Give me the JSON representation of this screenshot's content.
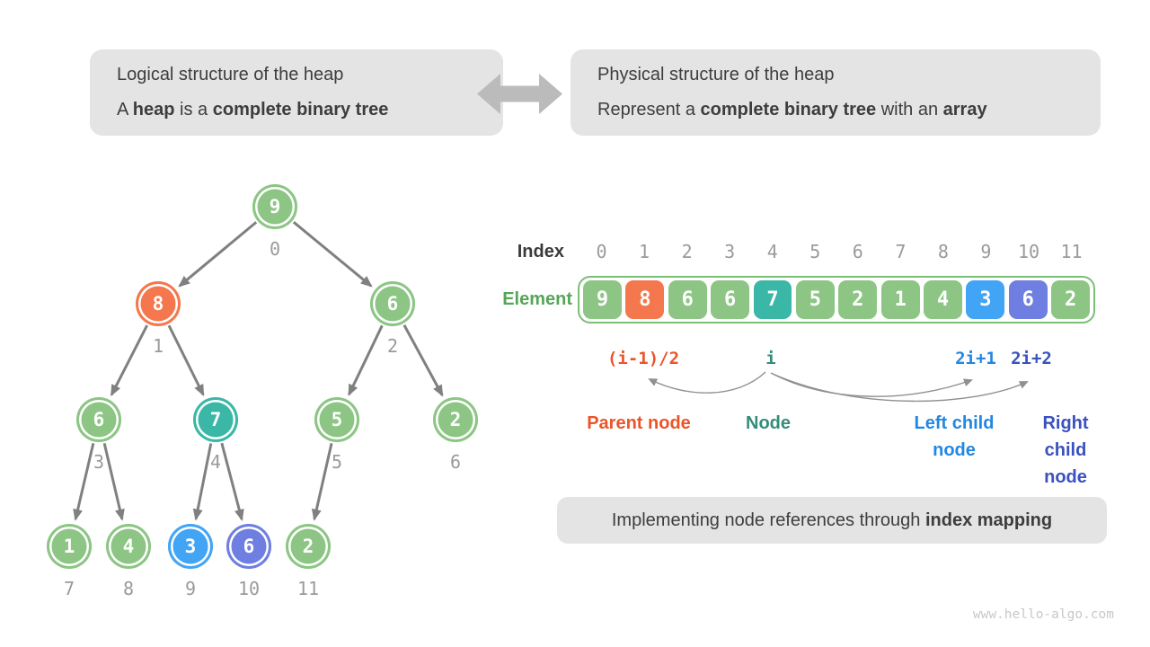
{
  "colors": {
    "green": "#8cc584",
    "orange": "#f4774d",
    "teal": "#3ab7a6",
    "blue": "#42a4f4",
    "indigo": "#6e7ee1",
    "edge_gray": "#808080",
    "curve_gray": "#909090",
    "parent_orange": "#ec5428",
    "node_teal": "#358c7b",
    "left_blue": "#2287e2",
    "right_indigo": "#3a51bf"
  },
  "icons": {
    "swap": "double-headed-left-right-arrow"
  },
  "callouts": {
    "logical": {
      "line1": "Logical structure of the heap",
      "line2": [
        {
          "t": "A "
        },
        {
          "t": "heap",
          "b": true
        },
        {
          "t": " is a "
        },
        {
          "t": "complete binary tree",
          "b": true
        }
      ]
    },
    "physical": {
      "line1": "Physical structure of the heap",
      "line2": [
        {
          "t": "Represent a "
        },
        {
          "t": "complete binary tree",
          "b": true
        },
        {
          "t": " with an "
        },
        {
          "t": "array",
          "b": true
        }
      ]
    },
    "bottom": [
      {
        "t": "Implementing node references through "
      },
      {
        "t": "index mapping",
        "b": true
      }
    ]
  },
  "tree": {
    "nodes": [
      {
        "value": "9",
        "index": "0",
        "color": "green"
      },
      {
        "value": "8",
        "index": "1",
        "color": "orange"
      },
      {
        "value": "6",
        "index": "2",
        "color": "green"
      },
      {
        "value": "6",
        "index": "3",
        "color": "green"
      },
      {
        "value": "7",
        "index": "4",
        "color": "teal"
      },
      {
        "value": "5",
        "index": "5",
        "color": "green"
      },
      {
        "value": "2",
        "index": "6",
        "color": "green"
      },
      {
        "value": "1",
        "index": "7",
        "color": "green"
      },
      {
        "value": "4",
        "index": "8",
        "color": "green"
      },
      {
        "value": "3",
        "index": "9",
        "color": "blue"
      },
      {
        "value": "6",
        "index": "10",
        "color": "indigo"
      },
      {
        "value": "2",
        "index": "11",
        "color": "green"
      }
    ],
    "edges": [
      [
        0,
        1
      ],
      [
        0,
        2
      ],
      [
        1,
        3
      ],
      [
        1,
        4
      ],
      [
        2,
        5
      ],
      [
        2,
        6
      ],
      [
        3,
        7
      ],
      [
        3,
        8
      ],
      [
        4,
        9
      ],
      [
        4,
        10
      ],
      [
        5,
        11
      ]
    ]
  },
  "array": {
    "index_label": "Index",
    "element_label": "Element",
    "indices": [
      "0",
      "1",
      "2",
      "3",
      "4",
      "5",
      "6",
      "7",
      "8",
      "9",
      "10",
      "11"
    ],
    "elements": [
      {
        "value": "9",
        "color": "green"
      },
      {
        "value": "8",
        "color": "orange"
      },
      {
        "value": "6",
        "color": "green"
      },
      {
        "value": "6",
        "color": "green"
      },
      {
        "value": "7",
        "color": "teal"
      },
      {
        "value": "5",
        "color": "green"
      },
      {
        "value": "2",
        "color": "green"
      },
      {
        "value": "1",
        "color": "green"
      },
      {
        "value": "4",
        "color": "green"
      },
      {
        "value": "3",
        "color": "blue"
      },
      {
        "value": "6",
        "color": "indigo"
      },
      {
        "value": "2",
        "color": "green"
      }
    ]
  },
  "formulas": [
    {
      "expr": "(i-1)/2",
      "label": "Parent node",
      "color": "parent_orange"
    },
    {
      "expr": "i",
      "label": "Node",
      "color": "node_teal"
    },
    {
      "expr": "2i+1",
      "label": "Left child\nnode",
      "color": "left_blue"
    },
    {
      "expr": "2i+2",
      "label": "Right child\nnode",
      "color": "right_indigo"
    }
  ],
  "watermark": "www.hello-algo.com"
}
